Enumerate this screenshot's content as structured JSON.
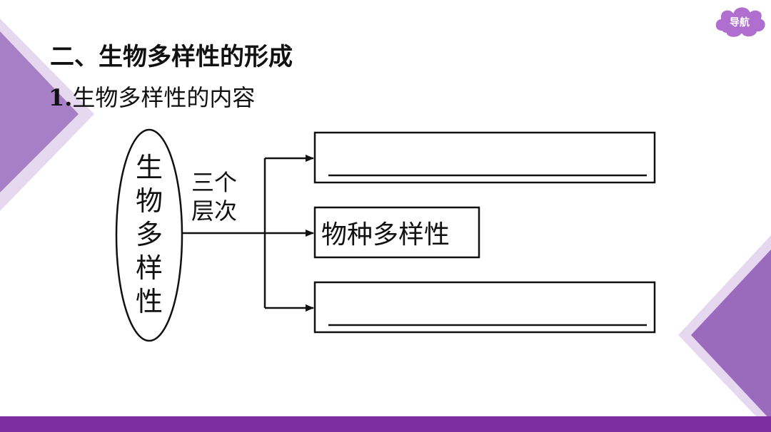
{
  "nav": {
    "label": "导航"
  },
  "heading": {
    "text": "二、生物多样性的形成"
  },
  "subheading": {
    "number": "1.",
    "text": "生物多样性的内容"
  },
  "diagram": {
    "center_label": "生物多样性",
    "branch_label": "三个层次",
    "levels": [
      {
        "text": "",
        "blank": true
      },
      {
        "text": "物种多样性",
        "blank": false
      },
      {
        "text": "",
        "blank": true
      }
    ]
  },
  "colors": {
    "accent": "#7d2fa1",
    "decor_light": "#d7c3e6",
    "decor_mid": "#9a6bbd"
  }
}
